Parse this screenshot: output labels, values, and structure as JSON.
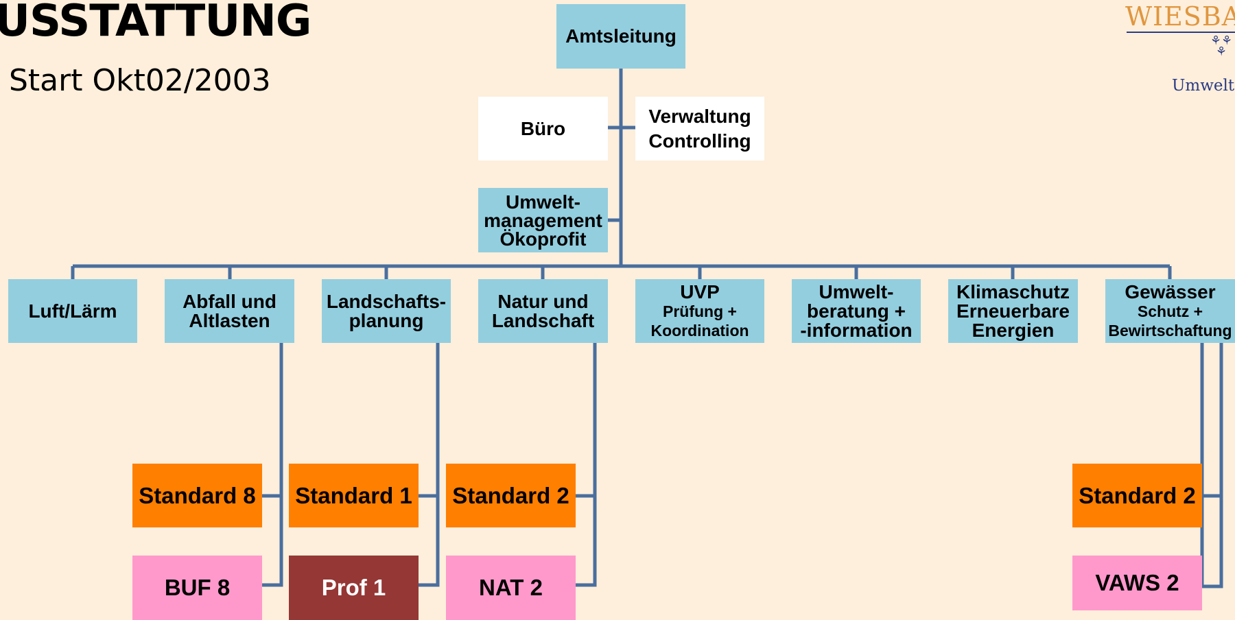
{
  "header": {
    "title": "USSTATTUNG",
    "subtitle": "Start Okt02/2003"
  },
  "logo": {
    "name": "WIESBA",
    "subtitle": "Umwelta",
    "symbol": "fleur-de-lis (three lilies)",
    "color_name": "#e0963f",
    "color_emblem": "#2a3a84"
  },
  "colors": {
    "background": "#fdefdb",
    "department": "#93cedf",
    "staff_unit": "#ffffff",
    "standard": "#ff7f00",
    "specialist": "#ff99cc",
    "professional": "#953735",
    "connector": "#4a6e9e"
  },
  "org": {
    "head": {
      "lines": [
        "Amtsleitung"
      ]
    },
    "staff": {
      "office": {
        "lines": [
          "Büro"
        ]
      },
      "admin": {
        "lines": [
          "Verwaltung",
          "Controlling"
        ]
      },
      "env_mgmt": {
        "lines": [
          "Umwelt-",
          "management",
          "Ökoprofit"
        ]
      }
    },
    "departments": [
      {
        "lines": [
          "Luft/Lärm"
        ]
      },
      {
        "lines": [
          "Abfall und",
          "Altlasten"
        ]
      },
      {
        "lines": [
          "Landschafts-",
          "planung"
        ]
      },
      {
        "lines": [
          "Natur und",
          "Landschaft"
        ]
      },
      {
        "lines": [
          "UVP",
          "Prüfung +",
          "Koordination"
        ]
      },
      {
        "lines": [
          "Umwelt-",
          "beratung +",
          "-information"
        ]
      },
      {
        "lines": [
          "Klimaschutz",
          "Erneuerbare",
          "Energien"
        ]
      },
      {
        "lines": [
          "Gewässer",
          "Schutz  +",
          "Bewirtschaftung"
        ]
      }
    ],
    "staffing": [
      {
        "department": "Abfall und Altlasten",
        "standard": "Standard 8",
        "specialist": "BUF 8",
        "specialist_style": "pink"
      },
      {
        "department": "Landschafts-planung",
        "standard": "Standard 1",
        "specialist": "Prof 1",
        "specialist_style": "brown"
      },
      {
        "department": "Natur und Landschaft",
        "standard": "Standard 2",
        "specialist": "NAT 2",
        "specialist_style": "pink"
      },
      {
        "department": "Gewässer Schutz + Bewirtschaftung",
        "standard": "Standard 2",
        "specialist": "VAWS 2",
        "specialist_style": "pink"
      }
    ]
  }
}
